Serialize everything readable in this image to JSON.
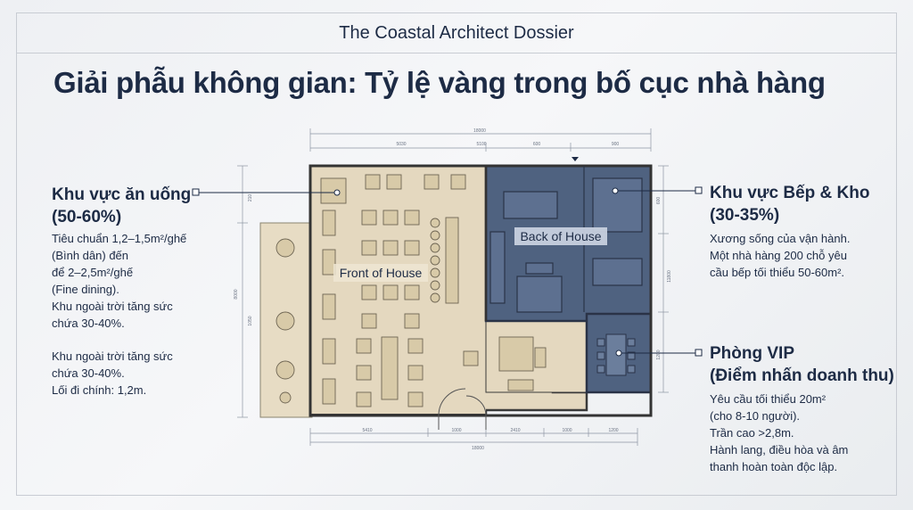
{
  "header": {
    "brand": "The Coastal Architect Dossier"
  },
  "title": "Giải phẫu không gian: Tỷ lệ vàng trong bố cục nhà hàng",
  "zones": {
    "foh": "Front of House",
    "boh": "Back of House"
  },
  "dining": {
    "heading_1": "Khu vực ăn uống",
    "heading_2": "(50-60%)",
    "lines": [
      "Tiêu chuẩn 1,2–1,5m²/ghế",
      "(Bình dân) đến",
      "để 2–2,5m²/ghế",
      "(Fine dining).",
      "Khu ngoài trời tăng sức",
      "chứa 30-40%."
    ],
    "lines_2": [
      "Khu ngoài trời tăng sức",
      "chứa 30-40%.",
      "Lối đi chính: 1,2m."
    ]
  },
  "kitchen": {
    "heading_1": "Khu vực Bếp & Kho",
    "heading_2": "(30-35%)",
    "lines": [
      "Xương sống của vận hành.",
      "Một nhà hàng 200 chỗ yêu",
      "cầu bếp tối thiểu 50-60m²."
    ]
  },
  "vip": {
    "heading_1": "Phòng VIP",
    "heading_2": "(Điểm nhấn doanh thu)",
    "lines": [
      "Yêu cầu tối thiểu 20m²",
      "(cho 8-10 người).",
      "Trần cao >2,8m.",
      "Hành lang, điều hòa và âm",
      "thanh hoàn toàn độc lập."
    ]
  },
  "dimensions": {
    "top_total": "18000",
    "top_1": "5030",
    "top_2": "600",
    "top_3": "5100",
    "top_4": "900",
    "bottom_total": "18000",
    "bottom_1": "5410",
    "bottom_2": "1000",
    "bottom_3": "2410",
    "bottom_4": "1000",
    "bottom_5": "1200",
    "left_1": "210",
    "left_2": "8000",
    "left_3": "1050",
    "right_1": "600",
    "right_2": "11800",
    "right_3": "1200"
  },
  "colors": {
    "front_of_house": "#e4d8bf",
    "back_of_house": "#4f6280",
    "vip_room": "#4f6280",
    "ink": "#1d2b45"
  }
}
